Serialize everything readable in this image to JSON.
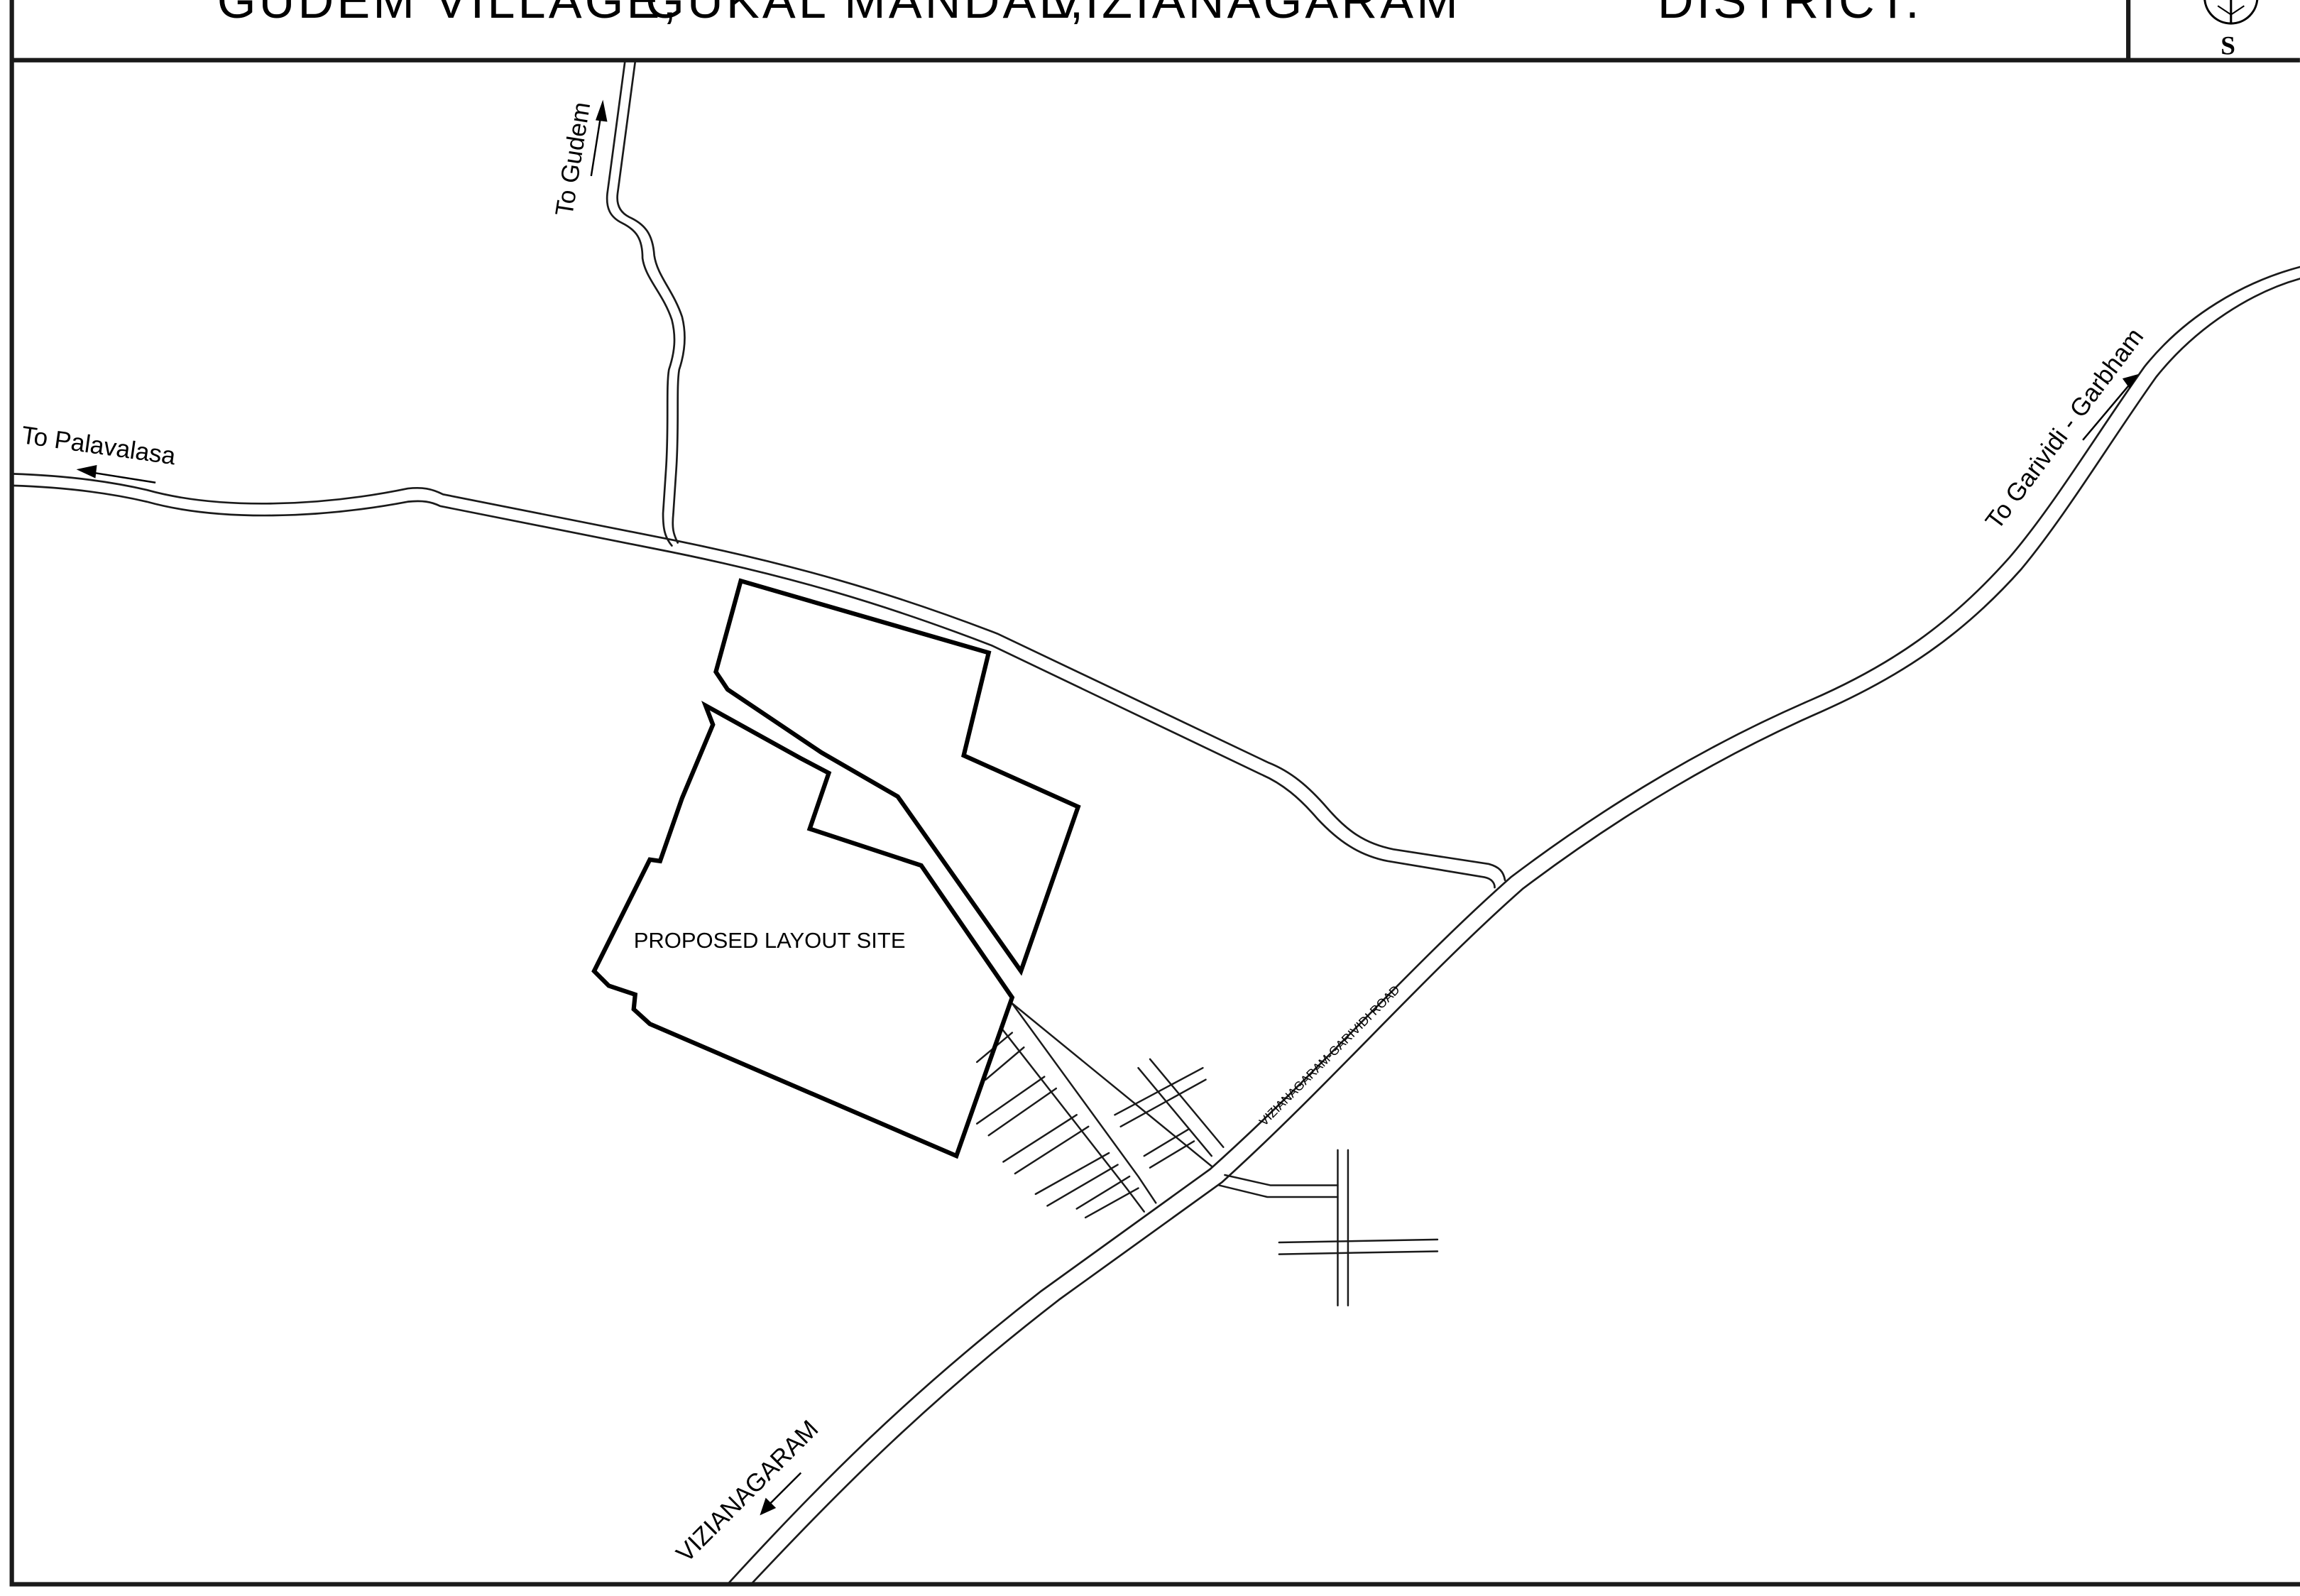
{
  "title": {
    "village": "GUDEM VILLAGE,",
    "mandal": "GUKAL MANDAL,",
    "district_name": "VIZIANAGARAM",
    "district_word": "DISTRICT."
  },
  "compass": {
    "icon": "north-arrow-compass-icon",
    "label": "S"
  },
  "labels": {
    "to_gudem": "To Gudem",
    "to_palavalasa": "To Palavalasa",
    "to_garividi": "To Garividi - Garbham",
    "vizianagaram": "VIZIANAGARAM",
    "main_road": "VIZIANAGARAM-GARIVIDI ROAD",
    "site": "PROPOSED LAYOUT SITE"
  },
  "colors": {
    "line": "#1a1a1a",
    "background": "#ffffff"
  }
}
